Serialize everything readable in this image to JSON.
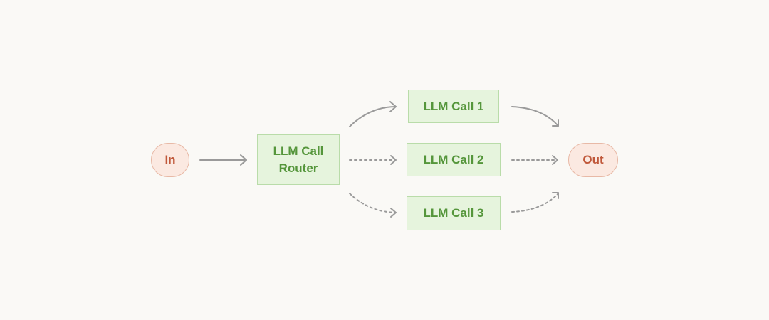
{
  "nodes": {
    "input": "In",
    "output": "Out",
    "router": {
      "line1": "LLM Call",
      "line2": "Router"
    },
    "calls": [
      "LLM Call 1",
      "LLM Call 2",
      "LLM Call 3"
    ]
  },
  "colors": {
    "background": "#faf9f6",
    "terminal_fill": "#fbe9e1",
    "terminal_border": "#e8b9a6",
    "terminal_text": "#c0583a",
    "llm_fill": "#e6f4dd",
    "llm_border": "#b9dca9",
    "llm_text": "#55963b",
    "arrow": "#9a9a9a"
  },
  "edges": [
    {
      "from": "input",
      "to": "router",
      "style": "solid"
    },
    {
      "from": "router",
      "to": "call1",
      "style": "solid"
    },
    {
      "from": "router",
      "to": "call2",
      "style": "dotted"
    },
    {
      "from": "router",
      "to": "call3",
      "style": "dotted"
    },
    {
      "from": "call1",
      "to": "output",
      "style": "solid"
    },
    {
      "from": "call2",
      "to": "output",
      "style": "dotted"
    },
    {
      "from": "call3",
      "to": "output",
      "style": "dotted"
    }
  ]
}
